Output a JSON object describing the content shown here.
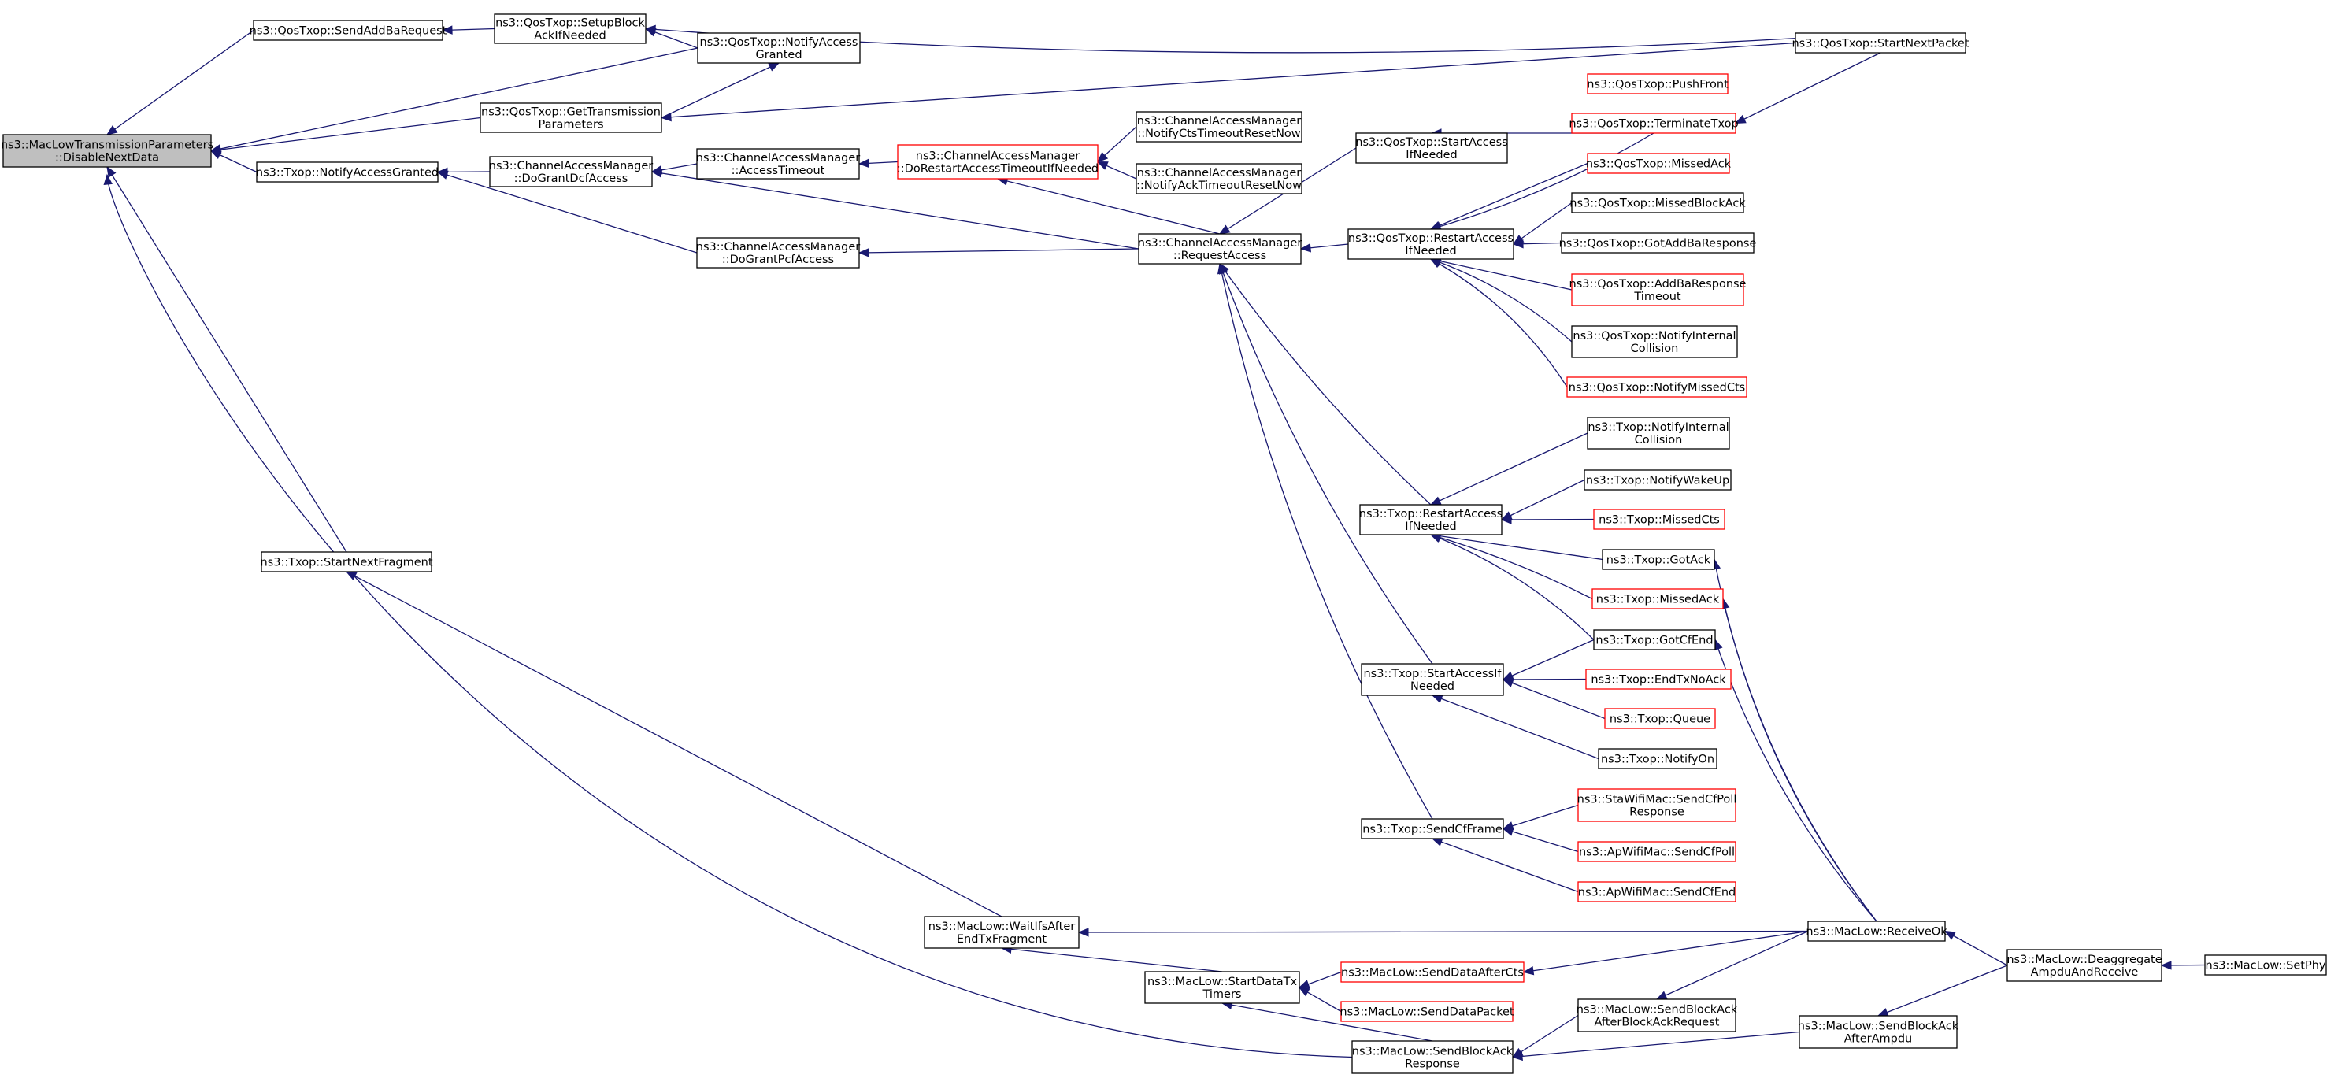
{
  "diagram": {
    "colors": {
      "edge": "#191970",
      "node_border": "#000000",
      "node_border_truncated": "#ff0000",
      "root_fill": "#bfbfbf",
      "node_fill": "#ffffff"
    },
    "nodes": [
      {
        "id": "root",
        "lines": [
          "ns3::MacLowTransmissionParameters",
          "::DisableNextData"
        ],
        "style": "root"
      },
      {
        "id": "qos_send_addba",
        "lines": [
          "ns3::QosTxop::SendAddBaRequest"
        ],
        "style": "normal"
      },
      {
        "id": "qos_setup_block",
        "lines": [
          "ns3::QosTxop::SetupBlock",
          "AckIfNeeded"
        ],
        "style": "normal"
      },
      {
        "id": "qos_notify_access",
        "lines": [
          "ns3::QosTxop::NotifyAccess",
          "Granted"
        ],
        "style": "normal"
      },
      {
        "id": "qos_start_next_packet",
        "lines": [
          "ns3::QosTxop::StartNextPacket"
        ],
        "style": "normal"
      },
      {
        "id": "qos_get_transmission",
        "lines": [
          "ns3::QosTxop::GetTransmission",
          "Parameters"
        ],
        "style": "normal"
      },
      {
        "id": "txop_notify_access",
        "lines": [
          "ns3::Txop::NotifyAccessGranted"
        ],
        "style": "normal"
      },
      {
        "id": "cam_grant_dcf",
        "lines": [
          "ns3::ChannelAccessManager",
          "::DoGrantDcfAccess"
        ],
        "style": "normal"
      },
      {
        "id": "cam_access_timeout",
        "lines": [
          "ns3::ChannelAccessManager",
          "::AccessTimeout"
        ],
        "style": "normal"
      },
      {
        "id": "cam_restart_timeout",
        "lines": [
          "ns3::ChannelAccessManager",
          "::DoRestartAccessTimeoutIfNeeded"
        ],
        "style": "truncated"
      },
      {
        "id": "cam_notify_cts",
        "lines": [
          "ns3::ChannelAccessManager",
          "::NotifyCtsTimeoutResetNow"
        ],
        "style": "normal"
      },
      {
        "id": "cam_notify_ack",
        "lines": [
          "ns3::ChannelAccessManager",
          "::NotifyAckTimeoutResetNow"
        ],
        "style": "normal"
      },
      {
        "id": "cam_grant_pcf",
        "lines": [
          "ns3::ChannelAccessManager",
          "::DoGrantPcfAccess"
        ],
        "style": "normal"
      },
      {
        "id": "cam_request_access",
        "lines": [
          "ns3::ChannelAccessManager",
          "::RequestAccess"
        ],
        "style": "normal"
      },
      {
        "id": "qos_start_access",
        "lines": [
          "ns3::QosTxop::StartAccess",
          "IfNeeded"
        ],
        "style": "normal"
      },
      {
        "id": "qos_push_front",
        "lines": [
          "ns3::QosTxop::PushFront"
        ],
        "style": "truncated"
      },
      {
        "id": "qos_terminate",
        "lines": [
          "ns3::QosTxop::TerminateTxop"
        ],
        "style": "truncated"
      },
      {
        "id": "qos_missed_ack",
        "lines": [
          "ns3::QosTxop::MissedAck"
        ],
        "style": "truncated"
      },
      {
        "id": "qos_missed_block_ack",
        "lines": [
          "ns3::QosTxop::MissedBlockAck"
        ],
        "style": "normal"
      },
      {
        "id": "qos_restart_access",
        "lines": [
          "ns3::QosTxop::RestartAccess",
          "IfNeeded"
        ],
        "style": "normal"
      },
      {
        "id": "qos_got_addba",
        "lines": [
          "ns3::QosTxop::GotAddBaResponse"
        ],
        "style": "normal"
      },
      {
        "id": "qos_addba_timeout",
        "lines": [
          "ns3::QosTxop::AddBaResponse",
          "Timeout"
        ],
        "style": "truncated"
      },
      {
        "id": "qos_notify_internal",
        "lines": [
          "ns3::QosTxop::NotifyInternal",
          "Collision"
        ],
        "style": "normal"
      },
      {
        "id": "qos_notify_missed_cts",
        "lines": [
          "ns3::QosTxop::NotifyMissedCts"
        ],
        "style": "truncated"
      },
      {
        "id": "txop_notify_internal",
        "lines": [
          "ns3::Txop::NotifyInternal",
          "Collision"
        ],
        "style": "normal"
      },
      {
        "id": "txop_notify_wakeup",
        "lines": [
          "ns3::Txop::NotifyWakeUp"
        ],
        "style": "normal"
      },
      {
        "id": "txop_restart_access",
        "lines": [
          "ns3::Txop::RestartAccess",
          "IfNeeded"
        ],
        "style": "normal"
      },
      {
        "id": "txop_missed_cts",
        "lines": [
          "ns3::Txop::MissedCts"
        ],
        "style": "truncated"
      },
      {
        "id": "txop_got_ack",
        "lines": [
          "ns3::Txop::GotAck"
        ],
        "style": "normal"
      },
      {
        "id": "txop_missed_ack",
        "lines": [
          "ns3::Txop::MissedAck"
        ],
        "style": "truncated"
      },
      {
        "id": "txop_got_cf_end",
        "lines": [
          "ns3::Txop::GotCfEnd"
        ],
        "style": "normal"
      },
      {
        "id": "txop_start_access",
        "lines": [
          "ns3::Txop::StartAccessIf",
          "Needed"
        ],
        "style": "normal"
      },
      {
        "id": "txop_end_tx_noack",
        "lines": [
          "ns3::Txop::EndTxNoAck"
        ],
        "style": "truncated"
      },
      {
        "id": "txop_queue",
        "lines": [
          "ns3::Txop::Queue"
        ],
        "style": "truncated"
      },
      {
        "id": "txop_notify_on",
        "lines": [
          "ns3::Txop::NotifyOn"
        ],
        "style": "normal"
      },
      {
        "id": "txop_start_next_fragment",
        "lines": [
          "ns3::Txop::StartNextFragment"
        ],
        "style": "normal"
      },
      {
        "id": "txop_send_cf_frame",
        "lines": [
          "ns3::Txop::SendCfFrame"
        ],
        "style": "normal"
      },
      {
        "id": "sta_send_cf_poll",
        "lines": [
          "ns3::StaWifiMac::SendCfPoll",
          "Response"
        ],
        "style": "truncated"
      },
      {
        "id": "ap_send_cf_poll",
        "lines": [
          "ns3::ApWifiMac::SendCfPoll"
        ],
        "style": "truncated"
      },
      {
        "id": "ap_send_cf_end",
        "lines": [
          "ns3::ApWifiMac::SendCfEnd"
        ],
        "style": "truncated"
      },
      {
        "id": "maclow_wait_ifs",
        "lines": [
          "ns3::MacLow::WaitIfsAfter",
          "EndTxFragment"
        ],
        "style": "normal"
      },
      {
        "id": "maclow_receive_ok",
        "lines": [
          "ns3::MacLow::ReceiveOk"
        ],
        "style": "normal"
      },
      {
        "id": "maclow_start_data_tx",
        "lines": [
          "ns3::MacLow::StartDataTx",
          "Timers"
        ],
        "style": "normal"
      },
      {
        "id": "maclow_send_data_after_cts",
        "lines": [
          "ns3::MacLow::SendDataAfterCts"
        ],
        "style": "truncated"
      },
      {
        "id": "maclow_send_data_packet",
        "lines": [
          "ns3::MacLow::SendDataPacket"
        ],
        "style": "truncated"
      },
      {
        "id": "maclow_deaggregate",
        "lines": [
          "ns3::MacLow::Deaggregate",
          "AmpduAndReceive"
        ],
        "style": "normal"
      },
      {
        "id": "maclow_set_phy",
        "lines": [
          "ns3::MacLow::SetPhy"
        ],
        "style": "normal"
      },
      {
        "id": "maclow_send_block_ack_after_req",
        "lines": [
          "ns3::MacLow::SendBlockAck",
          "AfterBlockAckRequest"
        ],
        "style": "normal"
      },
      {
        "id": "maclow_send_block_ack_after_ampdu",
        "lines": [
          "ns3::MacLow::SendBlockAck",
          "AfterAmpdu"
        ],
        "style": "normal"
      },
      {
        "id": "maclow_send_block_ack_response",
        "lines": [
          "ns3::MacLow::SendBlockAck",
          "Response"
        ],
        "style": "normal"
      }
    ],
    "edges": [
      {
        "from": "qos_send_addba",
        "to": "root"
      },
      {
        "from": "qos_notify_access",
        "to": "root"
      },
      {
        "from": "qos_get_transmission",
        "to": "root"
      },
      {
        "from": "txop_notify_access",
        "to": "root"
      },
      {
        "from": "txop_start_next_fragment",
        "to": "root"
      },
      {
        "from": "maclow_send_block_ack_response",
        "to": "root"
      },
      {
        "from": "qos_setup_block",
        "to": "qos_send_addba"
      },
      {
        "from": "qos_notify_access",
        "to": "qos_setup_block"
      },
      {
        "from": "qos_start_next_packet",
        "to": "qos_setup_block"
      },
      {
        "from": "qos_get_transmission",
        "to": "qos_notify_access"
      },
      {
        "from": "qos_start_next_packet",
        "to": "qos_get_transmission"
      },
      {
        "from": "cam_grant_dcf",
        "to": "txop_notify_access"
      },
      {
        "from": "cam_access_timeout",
        "to": "cam_grant_dcf"
      },
      {
        "from": "cam_request_access",
        "to": "cam_grant_dcf"
      },
      {
        "from": "cam_grant_pcf",
        "to": "txop_notify_access"
      },
      {
        "from": "cam_restart_timeout",
        "to": "cam_access_timeout"
      },
      {
        "from": "cam_notify_cts",
        "to": "cam_restart_timeout"
      },
      {
        "from": "cam_notify_ack",
        "to": "cam_restart_timeout"
      },
      {
        "from": "cam_request_access",
        "to": "cam_restart_timeout"
      },
      {
        "from": "cam_request_access",
        "to": "cam_grant_pcf"
      },
      {
        "from": "qos_start_access",
        "to": "cam_request_access"
      },
      {
        "from": "qos_restart_access",
        "to": "cam_request_access"
      },
      {
        "from": "txop_restart_access",
        "to": "cam_request_access"
      },
      {
        "from": "txop_start_access",
        "to": "cam_request_access"
      },
      {
        "from": "txop_send_cf_frame",
        "to": "cam_request_access"
      },
      {
        "from": "qos_terminate",
        "to": "qos_start_access"
      },
      {
        "from": "qos_terminate",
        "to": "qos_restart_access"
      },
      {
        "from": "qos_missed_ack",
        "to": "qos_restart_access"
      },
      {
        "from": "qos_missed_block_ack",
        "to": "qos_restart_access"
      },
      {
        "from": "qos_got_addba",
        "to": "qos_restart_access"
      },
      {
        "from": "qos_addba_timeout",
        "to": "qos_restart_access"
      },
      {
        "from": "qos_notify_internal",
        "to": "qos_restart_access"
      },
      {
        "from": "qos_notify_missed_cts",
        "to": "qos_restart_access"
      },
      {
        "from": "qos_start_next_packet",
        "to": "qos_terminate"
      },
      {
        "from": "txop_notify_internal",
        "to": "txop_restart_access"
      },
      {
        "from": "txop_notify_wakeup",
        "to": "txop_restart_access"
      },
      {
        "from": "txop_missed_cts",
        "to": "txop_restart_access"
      },
      {
        "from": "txop_got_ack",
        "to": "txop_restart_access"
      },
      {
        "from": "txop_missed_ack",
        "to": "txop_restart_access"
      },
      {
        "from": "txop_got_cf_end",
        "to": "txop_restart_access"
      },
      {
        "from": "txop_got_cf_end",
        "to": "txop_start_access"
      },
      {
        "from": "txop_end_tx_noack",
        "to": "txop_start_access"
      },
      {
        "from": "txop_queue",
        "to": "txop_start_access"
      },
      {
        "from": "txop_notify_on",
        "to": "txop_start_access"
      },
      {
        "from": "sta_send_cf_poll",
        "to": "txop_send_cf_frame"
      },
      {
        "from": "ap_send_cf_poll",
        "to": "txop_send_cf_frame"
      },
      {
        "from": "ap_send_cf_end",
        "to": "txop_send_cf_frame"
      },
      {
        "from": "maclow_wait_ifs",
        "to": "txop_start_next_fragment"
      },
      {
        "from": "maclow_receive_ok",
        "to": "maclow_wait_ifs"
      },
      {
        "from": "maclow_start_data_tx",
        "to": "maclow_wait_ifs"
      },
      {
        "from": "maclow_receive_ok",
        "to": "txop_got_ack"
      },
      {
        "from": "maclow_receive_ok",
        "to": "txop_missed_ack"
      },
      {
        "from": "maclow_receive_ok",
        "to": "txop_got_cf_end"
      },
      {
        "from": "maclow_send_data_after_cts",
        "to": "maclow_start_data_tx"
      },
      {
        "from": "maclow_send_data_packet",
        "to": "maclow_start_data_tx"
      },
      {
        "from": "maclow_send_block_ack_response",
        "to": "maclow_start_data_tx"
      },
      {
        "from": "maclow_receive_ok",
        "to": "maclow_send_data_after_cts"
      },
      {
        "from": "maclow_deaggregate",
        "to": "maclow_receive_ok"
      },
      {
        "from": "maclow_set_phy",
        "to": "maclow_deaggregate"
      },
      {
        "from": "maclow_send_block_ack_after_req",
        "to": "maclow_send_block_ack_response"
      },
      {
        "from": "maclow_send_block_ack_after_ampdu",
        "to": "maclow_send_block_ack_response"
      },
      {
        "from": "maclow_receive_ok",
        "to": "maclow_send_block_ack_after_req"
      },
      {
        "from": "maclow_deaggregate",
        "to": "maclow_send_block_ack_after_ampdu"
      }
    ]
  }
}
